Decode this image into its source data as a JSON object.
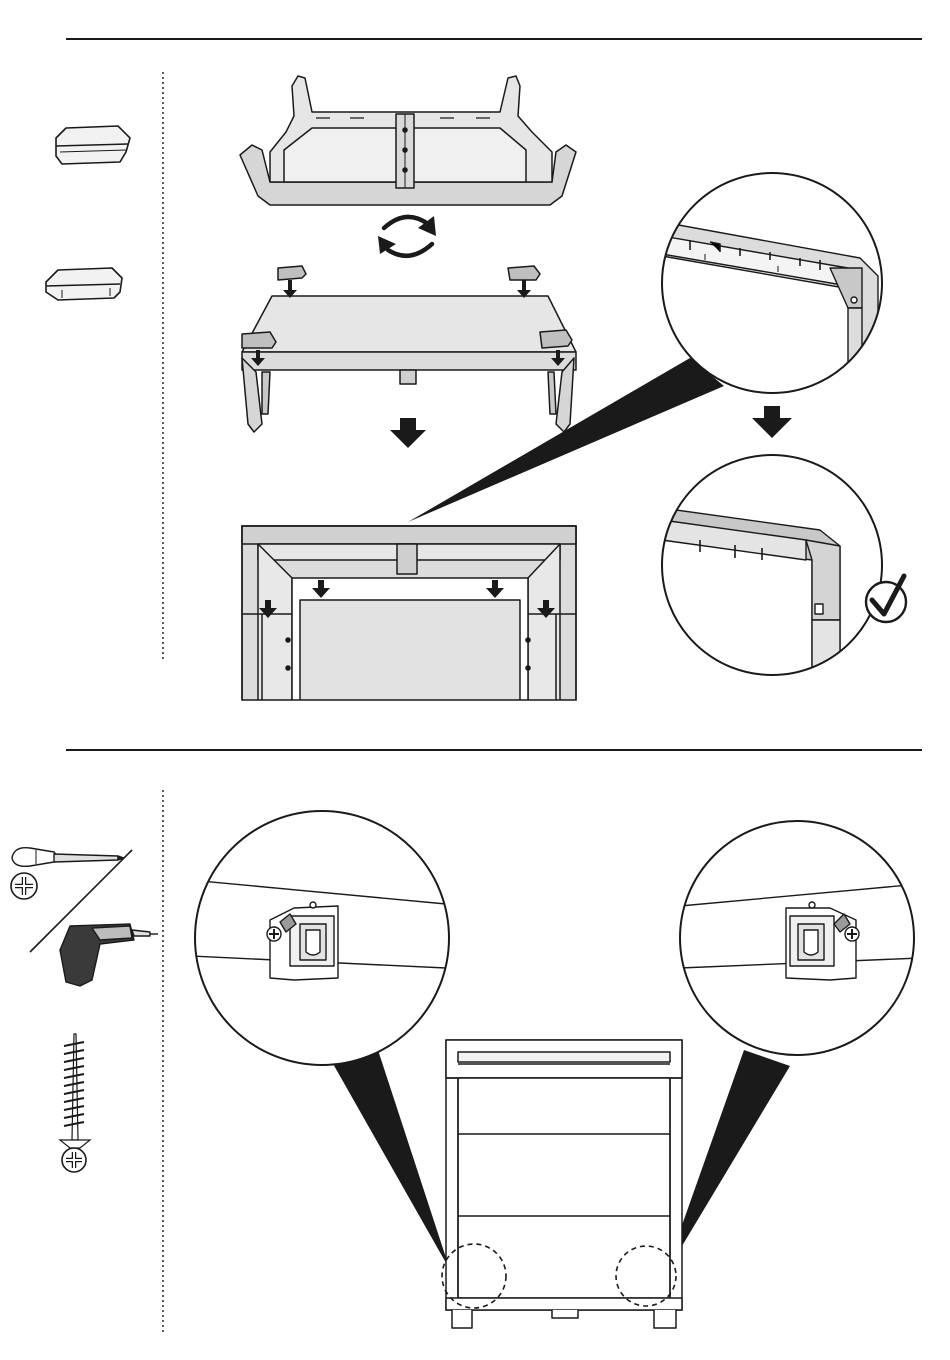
{
  "page": {
    "background": "#ffffff",
    "line_color": "#1a1a1a",
    "part_fill": "#e8e8e8",
    "part_fill_dark": "#d0d0d0",
    "shadow_fill": "#5a5a5a"
  },
  "step_1": {
    "parts": [
      "foot-cap-part",
      "foot-cap-part"
    ],
    "rotate_icon": "rotate-arrows-icon",
    "down_arrow_icon": "down-arrow-icon",
    "check_icon": "check-mark-icon"
  },
  "step_2": {
    "tools": [
      "phillips-screwdriver-icon",
      "electric-drill-icon"
    ],
    "hardware": "wood-screw-icon",
    "detail_callouts": [
      "left-wall-bracket-detail",
      "right-wall-bracket-detail"
    ]
  }
}
